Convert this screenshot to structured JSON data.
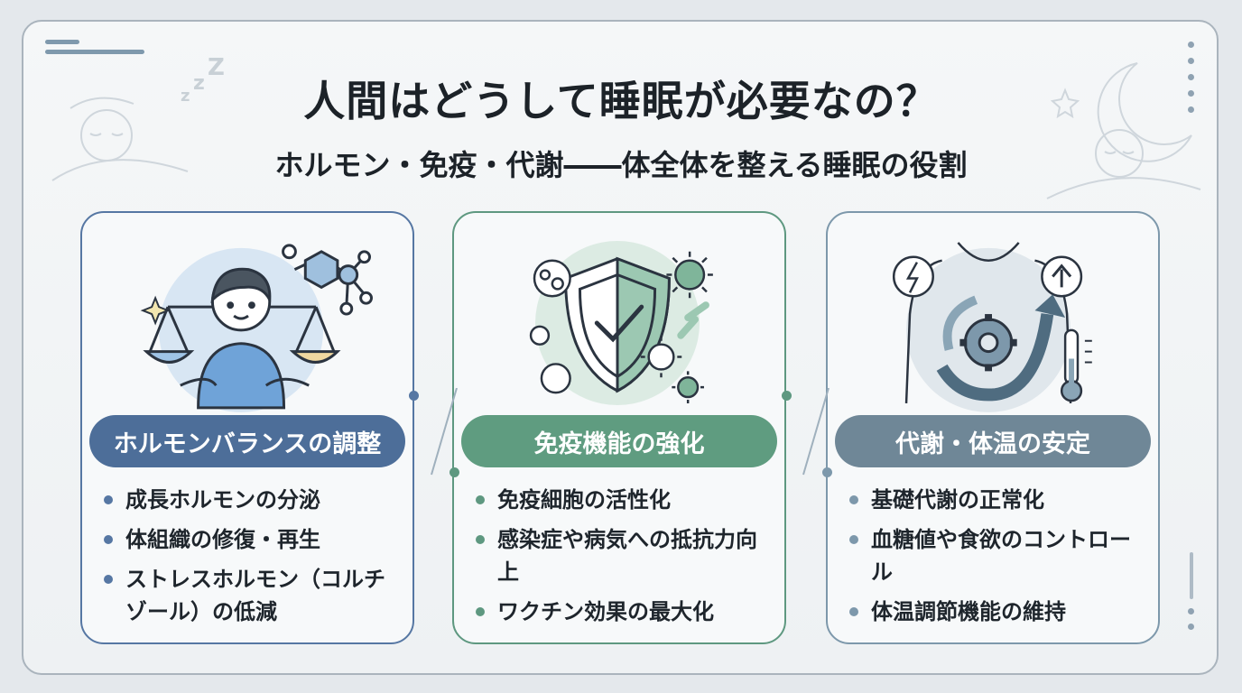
{
  "header": {
    "title": "人間はどうして睡眠が必要なの？",
    "subtitle": "ホルモン・免疫・代謝――体全体を整える睡眠の役割"
  },
  "decor": {
    "zzz": "Z z z"
  },
  "colors": {
    "hormone": "#4d6e99",
    "immune": "#5f9c80",
    "metabolism": "#6f8797"
  },
  "cards": [
    {
      "icon": "person-balance-hormone-icon",
      "heading": "ホルモンバランスの調整",
      "points": [
        "成長ホルモンの分泌",
        "体組織の修復・再生",
        "ストレスホルモン（コルチゾール）の低減"
      ]
    },
    {
      "icon": "shield-virus-icon",
      "heading": "免疫機能の強化",
      "points": [
        "免疫細胞の活性化",
        "感染症や病気への抵抗力向上",
        "ワクチン効果の最大化"
      ]
    },
    {
      "icon": "body-gear-thermometer-icon",
      "heading": "代謝・体温の安定",
      "points": [
        "基礎代謝の正常化",
        "血糖値や食欲のコントロール",
        "体温調節機能の維持"
      ]
    }
  ]
}
